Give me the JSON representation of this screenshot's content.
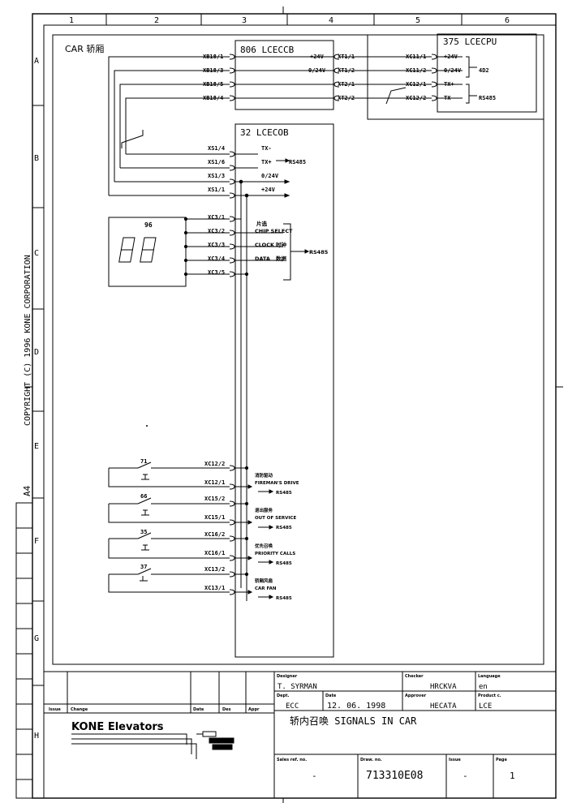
{
  "sheet": {
    "columns": [
      "1",
      "2",
      "3",
      "4",
      "5",
      "6"
    ],
    "rows": [
      "A",
      "B",
      "C",
      "D",
      "E",
      "F",
      "G",
      "H"
    ],
    "copyright": "COPYRIGHT (C) 1996 KONE CORPORATION",
    "paper_size": "A4"
  },
  "car_label": "CAR  轿厢",
  "lceccb": {
    "title": "806 LCECCB",
    "left_pins": [
      "XB18/1",
      "XB18/3",
      "XB18/5",
      "XB18/4"
    ],
    "inner_labels": [
      "+24V",
      "0/24V"
    ],
    "right_pins": [
      "XT1/1",
      "XT1/2",
      "XT2/1",
      "XT2/2"
    ]
  },
  "lcecpu": {
    "title": "375 LCECPU",
    "left_pins": [
      "XC11/1",
      "XC11/2",
      "XC12/1",
      "XC12/2"
    ],
    "inner_labels": [
      "+24V",
      "0/24V",
      "TX+",
      "TX-"
    ],
    "group_labels": [
      "4D2",
      "RS485"
    ]
  },
  "lcecob": {
    "title": "32 LCECOB",
    "xs1_pins": [
      "XS1/4",
      "XS1/6",
      "XS1/3",
      "XS1/1"
    ],
    "xs1_labels": [
      "TX-",
      "TX+",
      "0/24V",
      "+24V"
    ],
    "rs485_label": "RS485",
    "xc3_pins": [
      "XC3/1",
      "XC3/2",
      "XC3/3",
      "XC3/4",
      "XC3/5"
    ],
    "display_id": "96",
    "display_digits": "88",
    "signal_cn": [
      "片选",
      "时钟",
      "数据"
    ],
    "signal_en": [
      "CHIP SELECT",
      "CLOCK",
      "DATA"
    ],
    "bus_label": "RS485"
  },
  "switches": [
    {
      "id": "71",
      "pins": [
        "XC12/2",
        "XC12/1"
      ],
      "cn": "消防驱动",
      "en": "FIREMAN'S DRIVE",
      "bus": "RS485"
    },
    {
      "id": "66",
      "pins": [
        "XC15/2",
        "XC15/1"
      ],
      "cn": "退出服务",
      "en": "OUT OF SERVICE",
      "bus": "RS485"
    },
    {
      "id": "35",
      "pins": [
        "XC16/2",
        "XC16/1"
      ],
      "cn": "优先召唤",
      "en": "PRIORITY CALLS",
      "bus": "RS485"
    },
    {
      "id": "37",
      "pins": [
        "XC13/2",
        "XC13/1"
      ],
      "cn": "轿厢风扇",
      "en": "CAR FAN",
      "bus": "RS485"
    }
  ],
  "title_block": {
    "rev_headers": [
      "Issue",
      "Change",
      "Date",
      "Des",
      "Appr"
    ],
    "logo": "KONE Elevators",
    "designer_label": "Designer",
    "designer": "T. SYRMAN",
    "checker_label": "Checker",
    "checker": "HRCKVA",
    "language_label": "Language",
    "language": "en",
    "dept_label": "Dept.",
    "dept": "ECC",
    "date_label": "Date",
    "date": "12. 06. 1998",
    "approver_label": "Approver",
    "approver": "HECATA",
    "product_label": "Product c.",
    "product": "LCE",
    "title": "轿内召唤   SIGNALS IN CAR",
    "sales_label": "Sales ref. no.",
    "sales": "-",
    "drawing_label": "Draw. no.",
    "drawing": "713310E08",
    "issue_label": "Issue",
    "issue": "-",
    "page_label": "Page",
    "page": "1"
  }
}
